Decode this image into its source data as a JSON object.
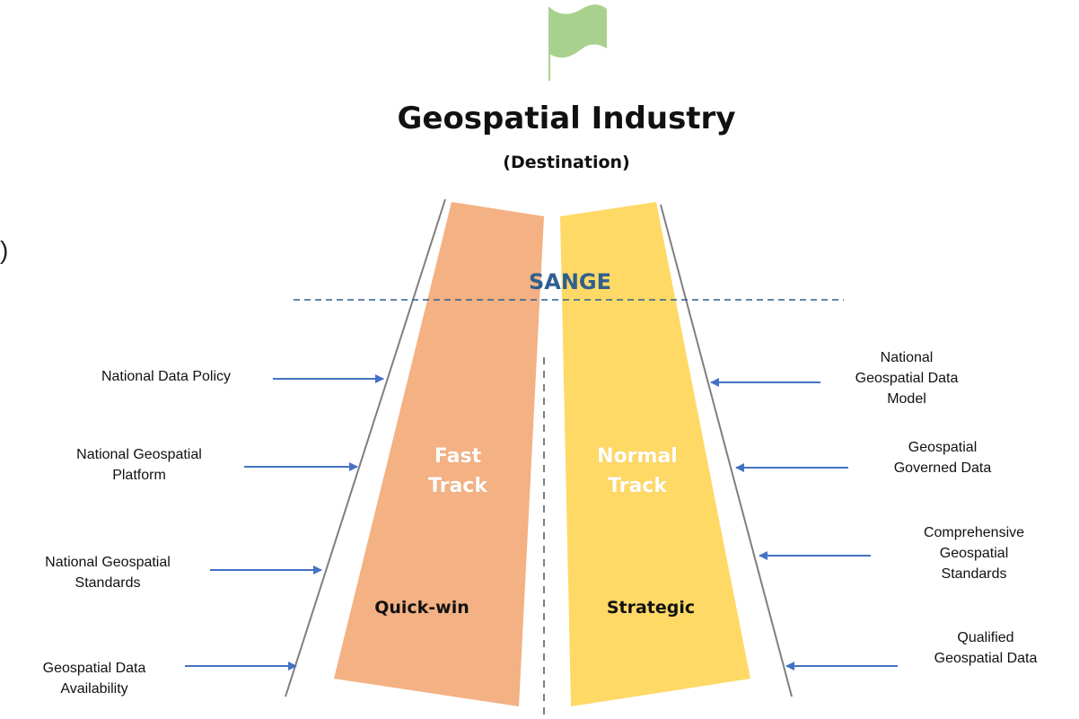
{
  "header": {
    "title": "Geospatial Industry",
    "subtitle": "(Destination)"
  },
  "edge_text": ")",
  "banner": "SANGE",
  "tracks": {
    "fast": {
      "title_line1": "Fast",
      "title_line2": "Track",
      "kind": "Quick-win",
      "color": "#f4b183"
    },
    "normal": {
      "title_line1": "Normal",
      "title_line2": "Track",
      "kind": "Strategic",
      "color": "#ffd966"
    }
  },
  "flag_color": "#a9d18e",
  "arrow_color": "#4472c4",
  "left_inputs": [
    {
      "line1": "National Data Policy",
      "line2": ""
    },
    {
      "line1": "National Geospatial",
      "line2": "Platform"
    },
    {
      "line1": "National Geospatial",
      "line2": "Standards"
    },
    {
      "line1": "Geospatial Data",
      "line2": "Availability"
    }
  ],
  "right_inputs": [
    {
      "line1": "National",
      "line2": "Geospatial Data",
      "line3": "Model"
    },
    {
      "line1": "Geospatial",
      "line2": "Governed Data",
      "line3": ""
    },
    {
      "line1": "Comprehensive",
      "line2": "Geospatial",
      "line3": "Standards"
    },
    {
      "line1": "Qualified",
      "line2": "Geospatial Data",
      "line3": ""
    }
  ]
}
